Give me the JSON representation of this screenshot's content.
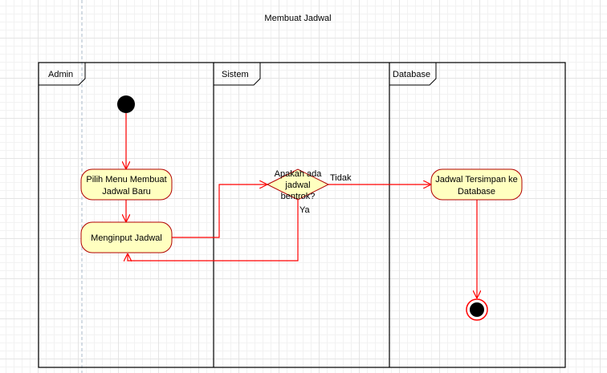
{
  "diagram": {
    "title": "Membuat Jadwal",
    "lanes": [
      {
        "label": "Admin"
      },
      {
        "label": "Sistem"
      },
      {
        "label": "Database"
      }
    ],
    "activities": {
      "pilih_menu": {
        "line1": "Pilih Menu Membuat",
        "line2": "Jadwal Baru"
      },
      "menginput": {
        "line1": "Menginput Jadwal"
      },
      "tersimpan": {
        "line1": "Jadwal Tersimpan ke",
        "line2": "Database"
      }
    },
    "decision": {
      "line1": "Apakah ada",
      "line2": "jadwal",
      "line3": "bentrok?"
    },
    "guards": {
      "no": "Tidak",
      "yes": "Ya"
    },
    "colors": {
      "flow": "#ff0000",
      "activity_fill": "#ffffc0",
      "activity_stroke": "#b20000",
      "node": "#000000",
      "border": "#000000"
    }
  }
}
